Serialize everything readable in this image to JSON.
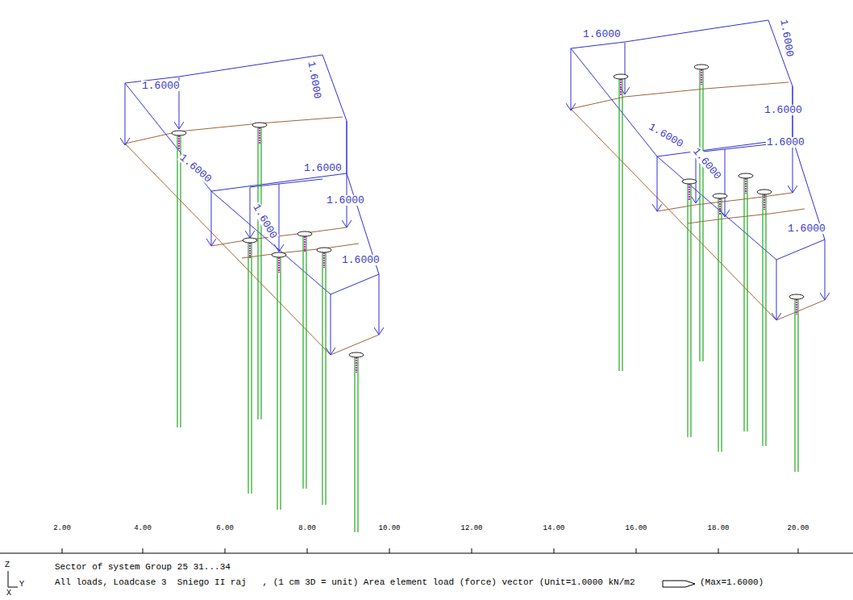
{
  "diagram": {
    "labels": [
      "1.6000",
      "1.6000",
      "1.6000",
      "1.6000",
      "1.6000",
      "1.6000",
      "1.6000",
      "1.6000",
      "1.6000",
      "1.6000",
      "1.6000",
      "1.6000",
      "1.6000",
      "1.6000",
      "2.00",
      "4.00",
      "6.00",
      "8.00",
      "10.00",
      "12.00",
      "14.00",
      "16.00",
      "18.00",
      "20.00",
      "Z",
      "Y",
      "X",
      "Sector of system Group 25 31...34",
      "All loads, Loadcase 3  Sniego II raj   , (1 cm 3D = unit) Area element load (force) vector (Unit=1.0000 kN/m2",
      "(Max=1.6000)"
    ]
  }
}
